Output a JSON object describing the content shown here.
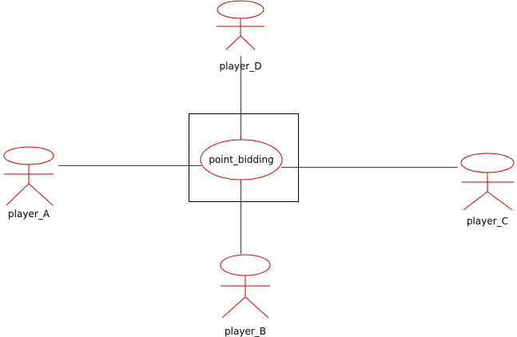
{
  "diagram": {
    "use_case": {
      "label": "point_bidding"
    },
    "actors": [
      {
        "id": "player_D",
        "label": "player_D"
      },
      {
        "id": "player_A",
        "label": "player_A"
      },
      {
        "id": "player_C",
        "label": "player_C"
      },
      {
        "id": "player_B",
        "label": "player_B"
      }
    ],
    "colors": {
      "actor_stroke": "#cc0000",
      "system_box_stroke": "#000000",
      "text": "#000000",
      "background": "#ffffff"
    }
  }
}
